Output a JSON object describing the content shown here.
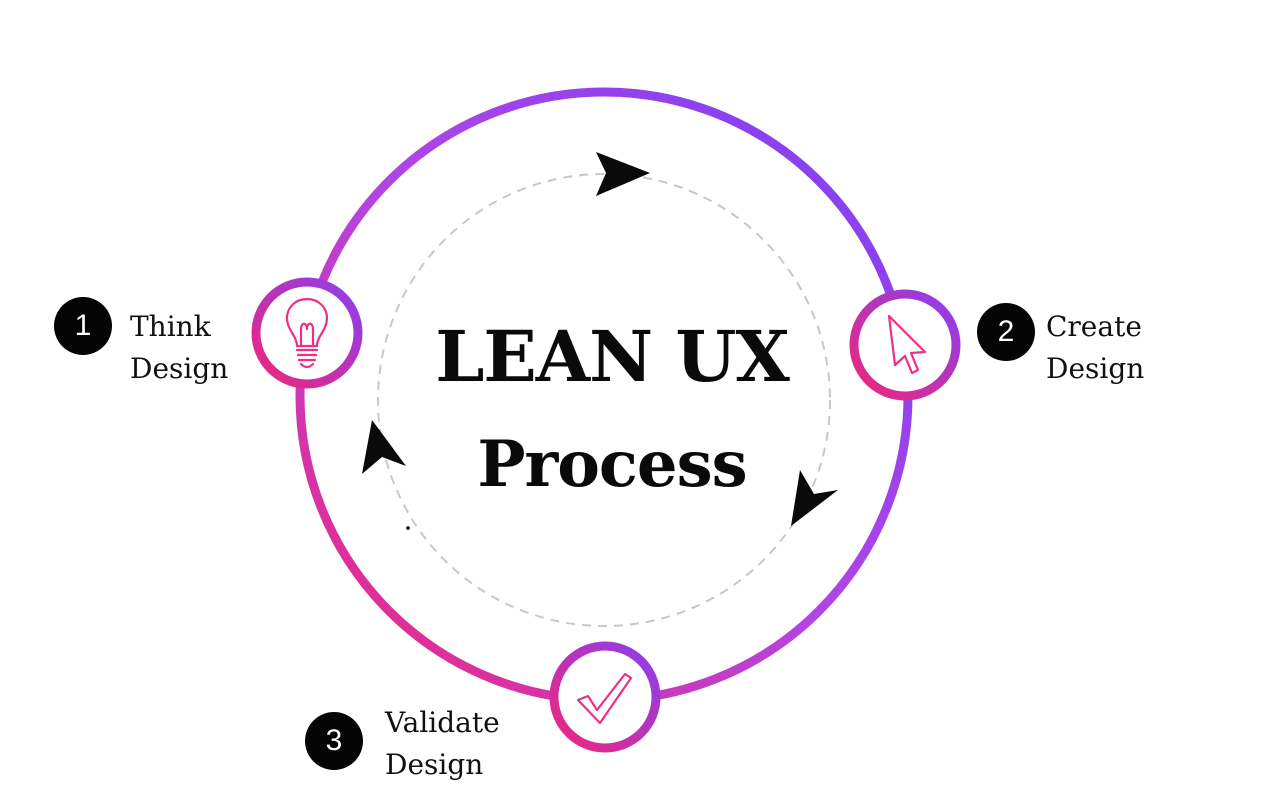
{
  "diagram": {
    "title_line1": "LEAN UX",
    "title_line2": "Process",
    "steps": [
      {
        "number": "1",
        "line1": "Think",
        "line2": "Design",
        "icon": "lightbulb-icon"
      },
      {
        "number": "2",
        "line1": "Create",
        "line2": "Design",
        "icon": "cursor-arrow-icon"
      },
      {
        "number": "3",
        "line1": "Validate",
        "line2": "Design",
        "icon": "checkmark-icon"
      }
    ],
    "colors": {
      "gradient_purple": "#7b3ff2",
      "gradient_pink": "#f0267a",
      "icon_stroke": "#ee2f86",
      "dashed_ring": "#c8c8c8",
      "badge": "#050505"
    }
  }
}
